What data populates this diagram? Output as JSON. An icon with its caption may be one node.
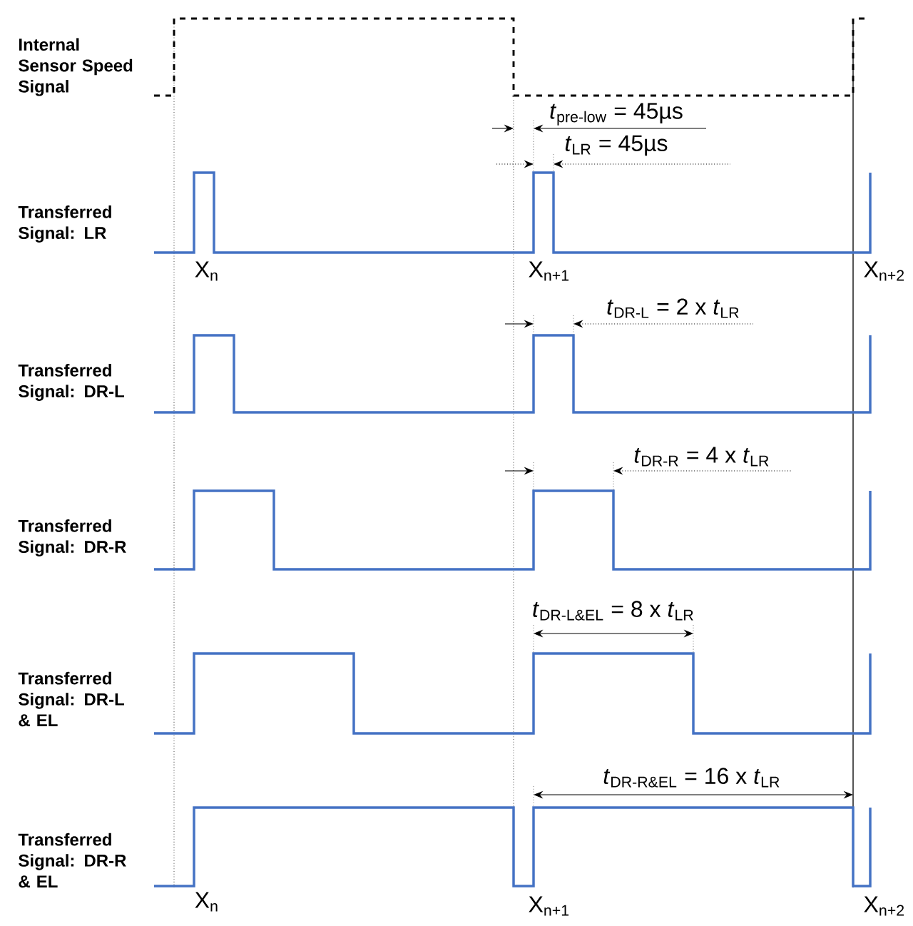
{
  "diagram": {
    "labels": [
      "Internal Sensor Speed Signal",
      "*t*$_{pre-low}$ = 45µs",
      "*t*$_{LR}$ = 45µs",
      "Transferred Signal: LR",
      "X$_{n}$",
      "X$_{n+1}$",
      "X$_{n+2}$",
      "*t*$_{DR-L}$ = 2 x *t*$_{LR}$",
      "Transferred Signal: DR-L",
      "*t*$_{DR-R}$ = 4 x *t*$_{LR}$",
      "Transferred Signal: DR-R",
      "*t*$_{DR-L&EL}$ = 8 x *t*$_{LR}$",
      "Transferred Signal: DR-L & EL",
      "*t*$_{DR-R&EL}$ = 16 x *t*$_{LR}$",
      "Transferred Signal: DR-R & EL",
      "X$_{n}$",
      "X$_{n+1}$",
      "X$_{n+2}$"
    ]
  }
}
